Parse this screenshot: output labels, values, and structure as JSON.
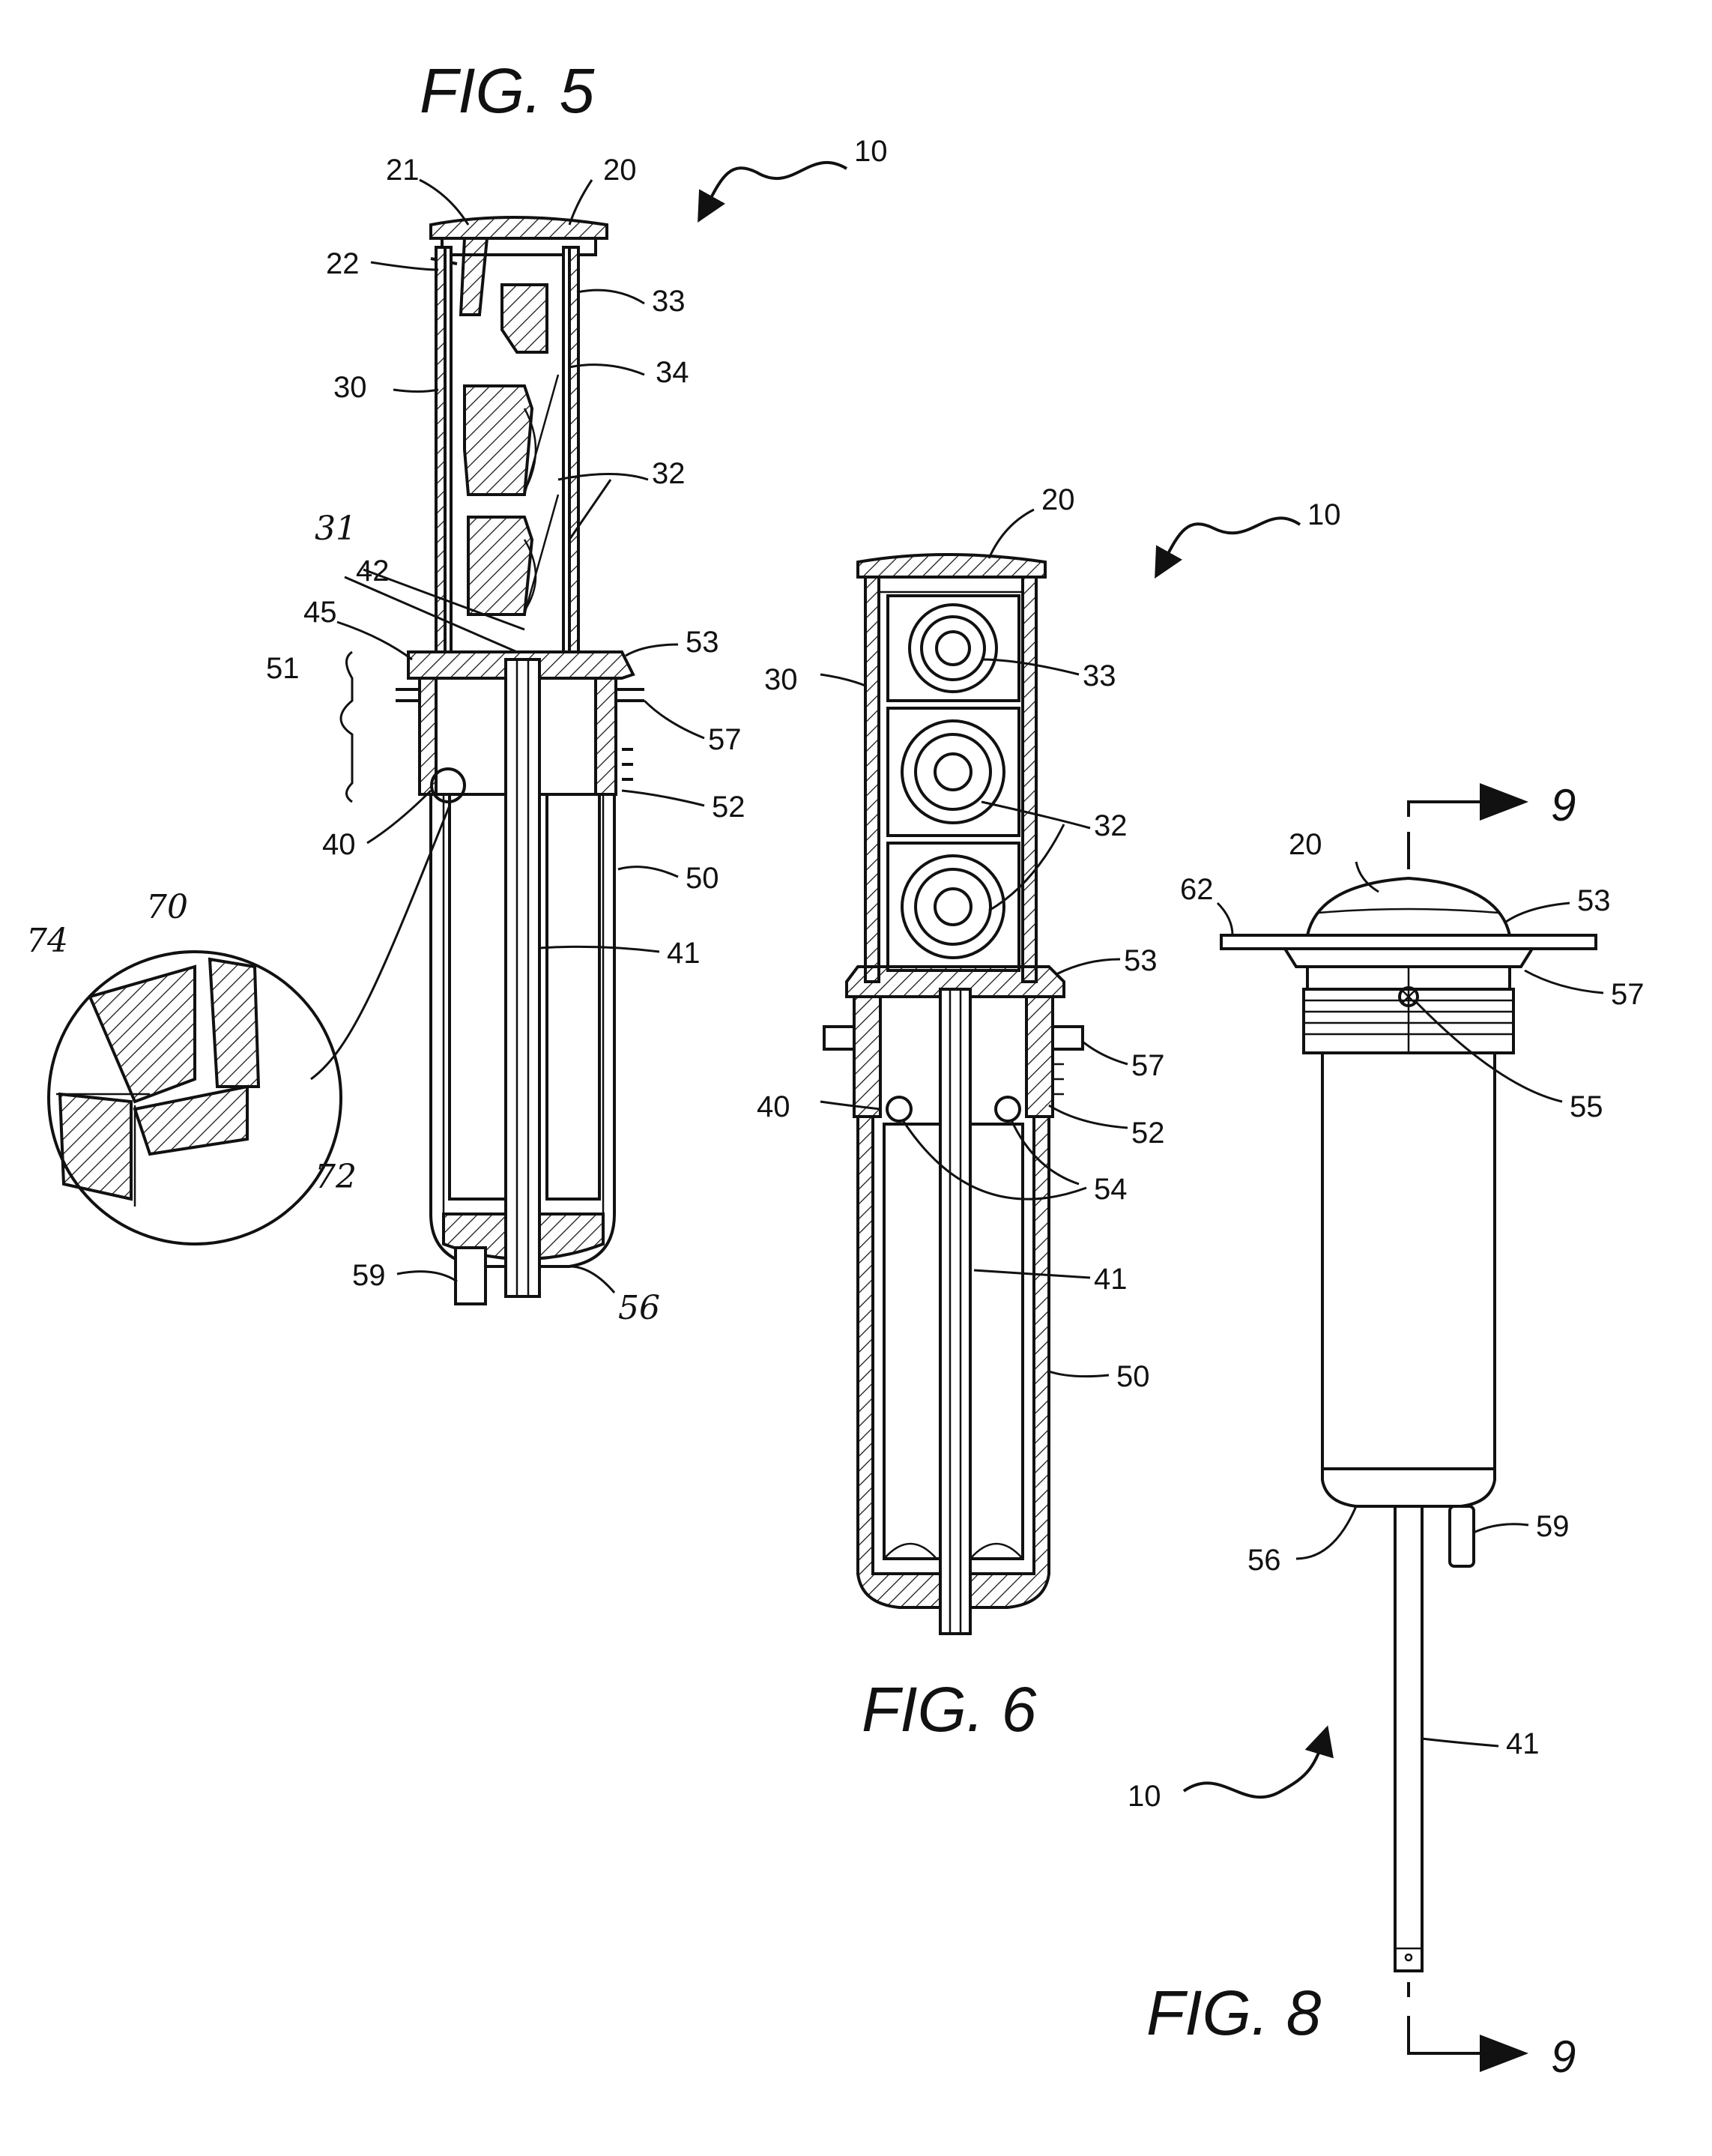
{
  "figures": {
    "fig5": {
      "title": "FIG. 5",
      "labels": [
        "10",
        "20",
        "21",
        "22",
        "30",
        "31",
        "32",
        "33",
        "34",
        "40",
        "41",
        "42",
        "45",
        "50",
        "51",
        "52",
        "53",
        "56",
        "57",
        "59"
      ],
      "detail_labels": [
        "70",
        "72",
        "74"
      ]
    },
    "fig6": {
      "title": "FIG. 6",
      "labels": [
        "10",
        "20",
        "30",
        "32",
        "33",
        "40",
        "41",
        "50",
        "52",
        "53",
        "54",
        "57"
      ]
    },
    "fig8": {
      "title": "FIG. 8",
      "labels": [
        "10",
        "20",
        "41",
        "53",
        "55",
        "56",
        "57",
        "59",
        "62"
      ],
      "section_marker": "9"
    }
  },
  "icons": {
    "reference_arrow": "arrow-icon",
    "section_arrow": "section-arrow-icon"
  },
  "colors": {
    "ink": "#111111",
    "paper": "#ffffff"
  }
}
